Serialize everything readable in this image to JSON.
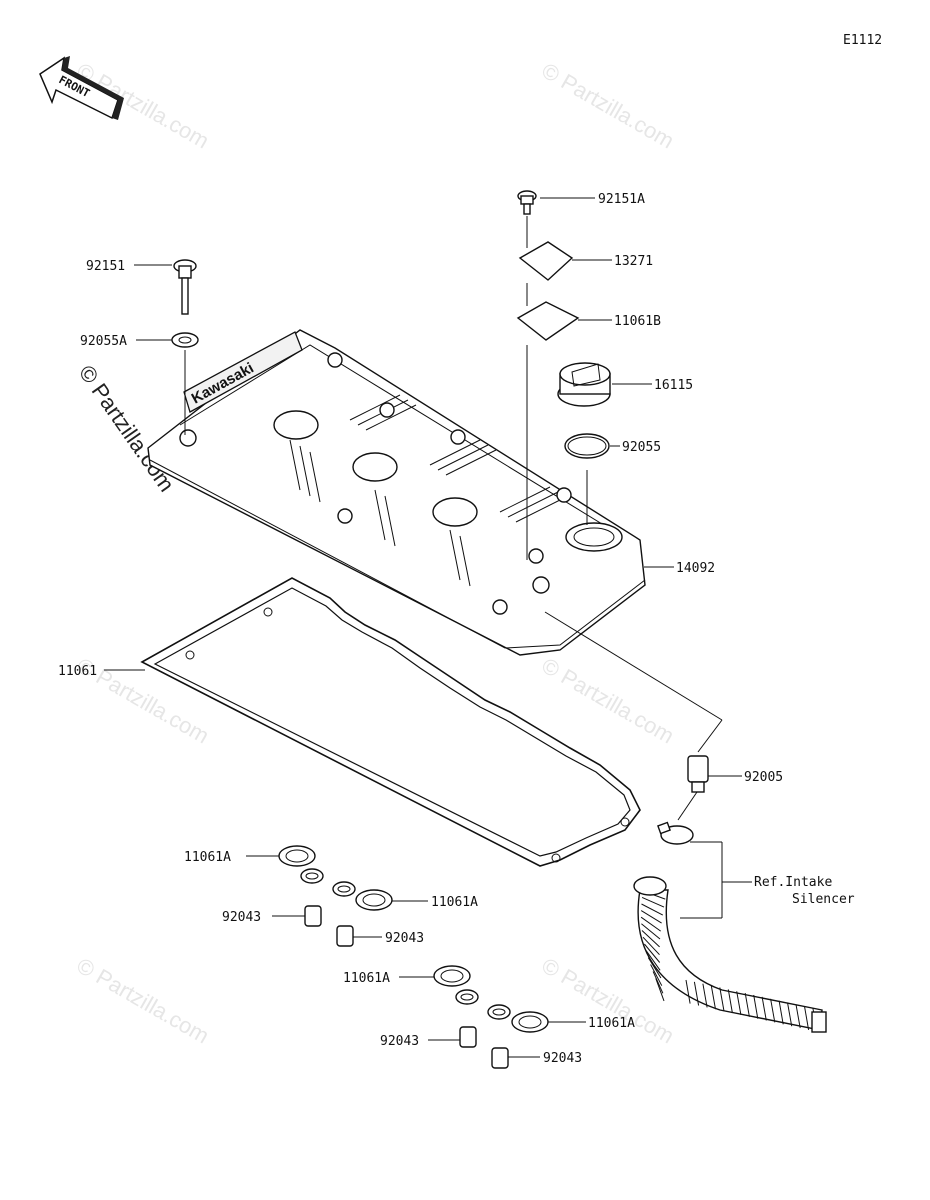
{
  "diagram_code": "E1112",
  "front_arrow_label": "FRONT",
  "watermark": "© Partzilla.com",
  "cover_brand": "Kawasaki",
  "part_labels": {
    "p92151A": "92151A",
    "p13271": "13271",
    "p11061B": "11061B",
    "p16115": "16115",
    "p92055": "92055",
    "p14092": "14092",
    "p92151": "92151",
    "p92055A": "92055A",
    "p11061": "11061",
    "p92005": "92005",
    "ref_line1": "Ref.Intake",
    "ref_line2": "Silencer",
    "p11061A_1": "11061A",
    "p11061A_2": "11061A",
    "p11061A_3": "11061A",
    "p11061A_4": "11061A",
    "p92043_1": "92043",
    "p92043_2": "92043",
    "p92043_3": "92043",
    "p92043_4": "92043"
  }
}
